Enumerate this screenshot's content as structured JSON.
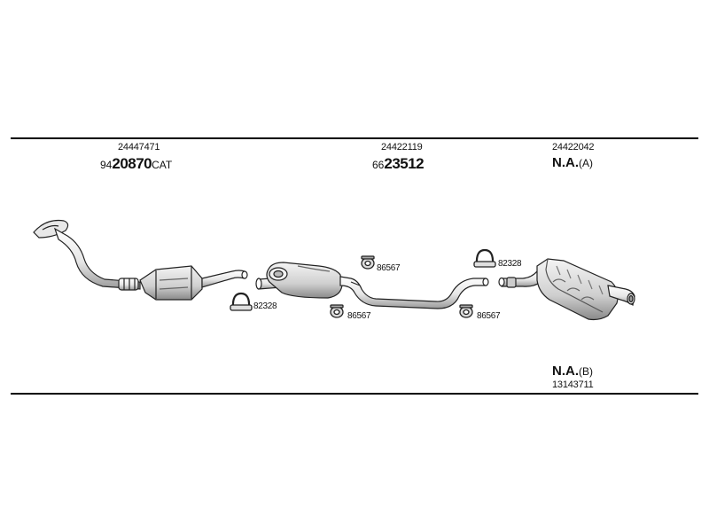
{
  "parts": {
    "front_pipe": {
      "oe": "24447471",
      "prefix": "94",
      "number": "20870",
      "suffix": "CAT"
    },
    "middle_silencer": {
      "oe": "24422119",
      "prefix": "66",
      "number": "23512"
    },
    "rear_silencer_a": {
      "oe": "24422042",
      "number": "N.A.",
      "suffix": "(A)"
    },
    "rear_silencer_b": {
      "oe": "13143711",
      "number": "N.A.",
      "suffix": "(B)"
    }
  },
  "hardware": {
    "clamp_front": "82328",
    "hanger_middle_top": "86567",
    "hanger_middle_bottom": "86567",
    "hanger_pipe": "86567",
    "clamp_rear": "82328"
  }
}
